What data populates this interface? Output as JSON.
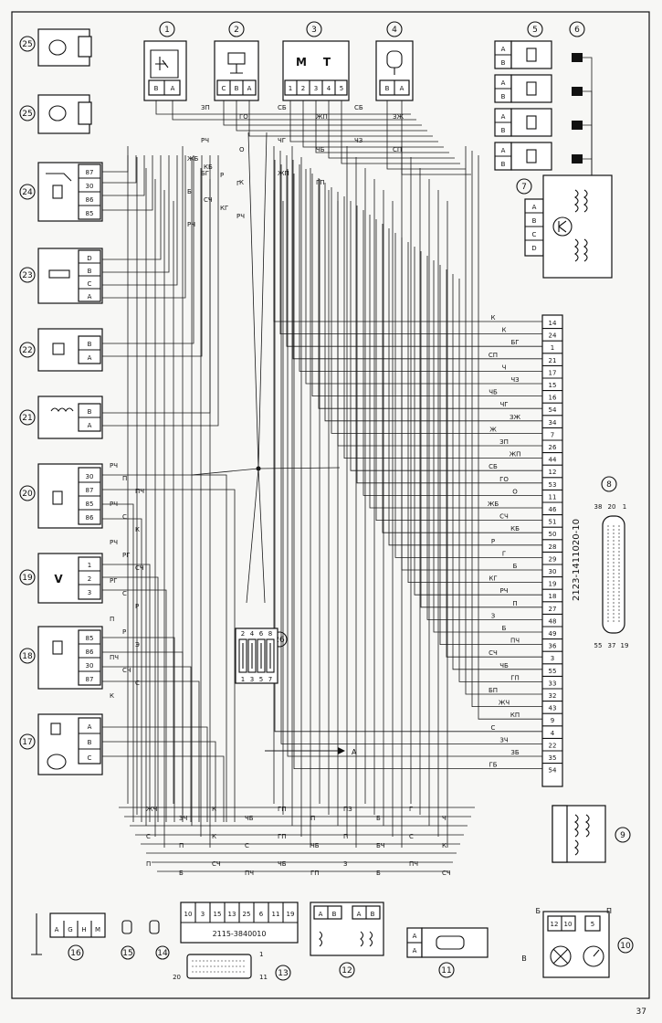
{
  "page": {
    "number": "37"
  },
  "components": {
    "c1": "1",
    "c2": "2",
    "c3": "3",
    "c4": "4",
    "c5": "5",
    "c6": "6",
    "c7": "7",
    "c8": "8",
    "c9": "9",
    "c10": "10",
    "c11": "11",
    "c12": "12",
    "c13": "13",
    "c14": "14",
    "c15": "15",
    "c16": "16",
    "c17": "17",
    "c18": "18",
    "c19": "19",
    "c20": "20",
    "c21": "21",
    "c22": "22",
    "c23": "23",
    "c24": "24",
    "c25": "25",
    "c26": "26",
    "c27": "25"
  },
  "labels": {
    "m": "М",
    "t": "Т",
    "v": "V",
    "ecu_code": "2123-1411020-10",
    "relay_block_code": "2115-3840010",
    "arrow_a": "А",
    "arrow_v": "В",
    "pin_b": "Б",
    "pin_p": "П"
  },
  "connector1_pins": [
    "В",
    "А"
  ],
  "connector2_pins": [
    "С",
    "В",
    "А"
  ],
  "connector3_pins": [
    "1",
    "2",
    "3",
    "4",
    "5"
  ],
  "connector4_pins": [
    "В",
    "А"
  ],
  "connector5_pins": [
    "А",
    "В",
    "А",
    "В",
    "А",
    "В",
    "А",
    "В"
  ],
  "connector7_pins": [
    "А",
    "В",
    "С",
    "D"
  ],
  "connector24_pins": [
    "87",
    "30",
    "86",
    "85"
  ],
  "connector23_pins": [
    "D",
    "B",
    "C",
    "A"
  ],
  "connector22_pins": [
    "В",
    "А"
  ],
  "connector21_pins": [
    "В",
    "А"
  ],
  "connector20_pins": [
    "30",
    "87",
    "85",
    "86"
  ],
  "connector19_pins": [
    "1",
    "2",
    "3"
  ],
  "connector18_pins": [
    "85",
    "86",
    "30",
    "87"
  ],
  "connector17_pins": [
    "А",
    "В",
    "С"
  ],
  "connector16_pins": [
    "A",
    "G",
    "H",
    "M"
  ],
  "connector12_pins": [
    "А",
    "В",
    "А",
    "В"
  ],
  "connector11_pins": [
    "А",
    "А"
  ],
  "connector10_pins": [
    "12",
    "10",
    "5"
  ],
  "relay_block_pins": [
    "10",
    "3",
    "15",
    "13",
    "25",
    "6",
    "11",
    "19"
  ],
  "connector26_pins_top": [
    "2",
    "4",
    "6",
    "8"
  ],
  "connector26_pins_bottom": [
    "1",
    "3",
    "5",
    "7"
  ],
  "connector8_pins_top": [
    "38",
    "20",
    "1"
  ],
  "connector8_pins_bottom": [
    "55",
    "37",
    "19"
  ],
  "connector13_pins": [
    "1",
    "20",
    "11"
  ],
  "ecu_pins": [
    "14",
    "24",
    "1",
    "21",
    "17",
    "15",
    "16",
    "54",
    "34",
    "7",
    "26",
    "44",
    "12",
    "53",
    "11",
    "46",
    "51",
    "50",
    "28",
    "29",
    "30",
    "19",
    "18",
    "27",
    "48",
    "49",
    "36",
    "3",
    "55",
    "33",
    "32",
    "43",
    "9",
    "4",
    "22",
    "35",
    "54"
  ],
  "wire_colors_left": [
    "ЖБ",
    "КБ",
    "Р",
    "Г",
    "Б",
    "СЧ",
    "КГ",
    "РЧ",
    "РЧ"
  ],
  "wire_colors_misc": [
    "ЗП",
    "ГО",
    "СБ",
    "ЖП",
    "СБ",
    "ЗЖ",
    "РЧ",
    "О",
    "ЧГ",
    "ЧБ",
    "ЧЗ",
    "СП",
    "БГ",
    "К",
    "ЖП",
    "ГП"
  ],
  "wire_colors_ecu": [
    "К",
    "К",
    "БГ",
    "СП",
    "Ч",
    "ЧЗ",
    "ЧБ",
    "ЧГ",
    "ЗЖ",
    "Ж",
    "ЗП",
    "ЖП",
    "СБ",
    "ГО",
    "О",
    "ЖБ",
    "СЧ",
    "КБ",
    "Р",
    "Г",
    "Б",
    "КГ",
    "РЧ",
    "П",
    "З",
    "Б",
    "ПЧ",
    "СЧ",
    "ЧБ",
    "ГП",
    "БП",
    "ЖЧ",
    "КП",
    "С",
    "ЗЧ",
    "ЗБ",
    "ГБ"
  ],
  "wire_colors_bottom": [
    "ЖЧ",
    "ЗЧ",
    "К",
    "ЧБ",
    "ГП",
    "П",
    "ПЗ",
    "Б",
    "Г",
    "Ч",
    "С",
    "П",
    "К",
    "С",
    "ГП",
    "ЧБ",
    "П",
    "БЧ",
    "С",
    "К",
    "П",
    "Б",
    "СЧ",
    "ПЧ",
    "ЧБ",
    "ГП",
    "З",
    "Б",
    "ПЧ",
    "СЧ"
  ],
  "wire_colors_relay": [
    "РЧ",
    "П",
    "ПЧ",
    "РЧ",
    "С",
    "К",
    "РЧ",
    "РГ",
    "СЧ",
    "РГ",
    "С",
    "Р",
    "П",
    "Р",
    "Э",
    "ПЧ",
    "СЧ",
    "С",
    "К"
  ]
}
